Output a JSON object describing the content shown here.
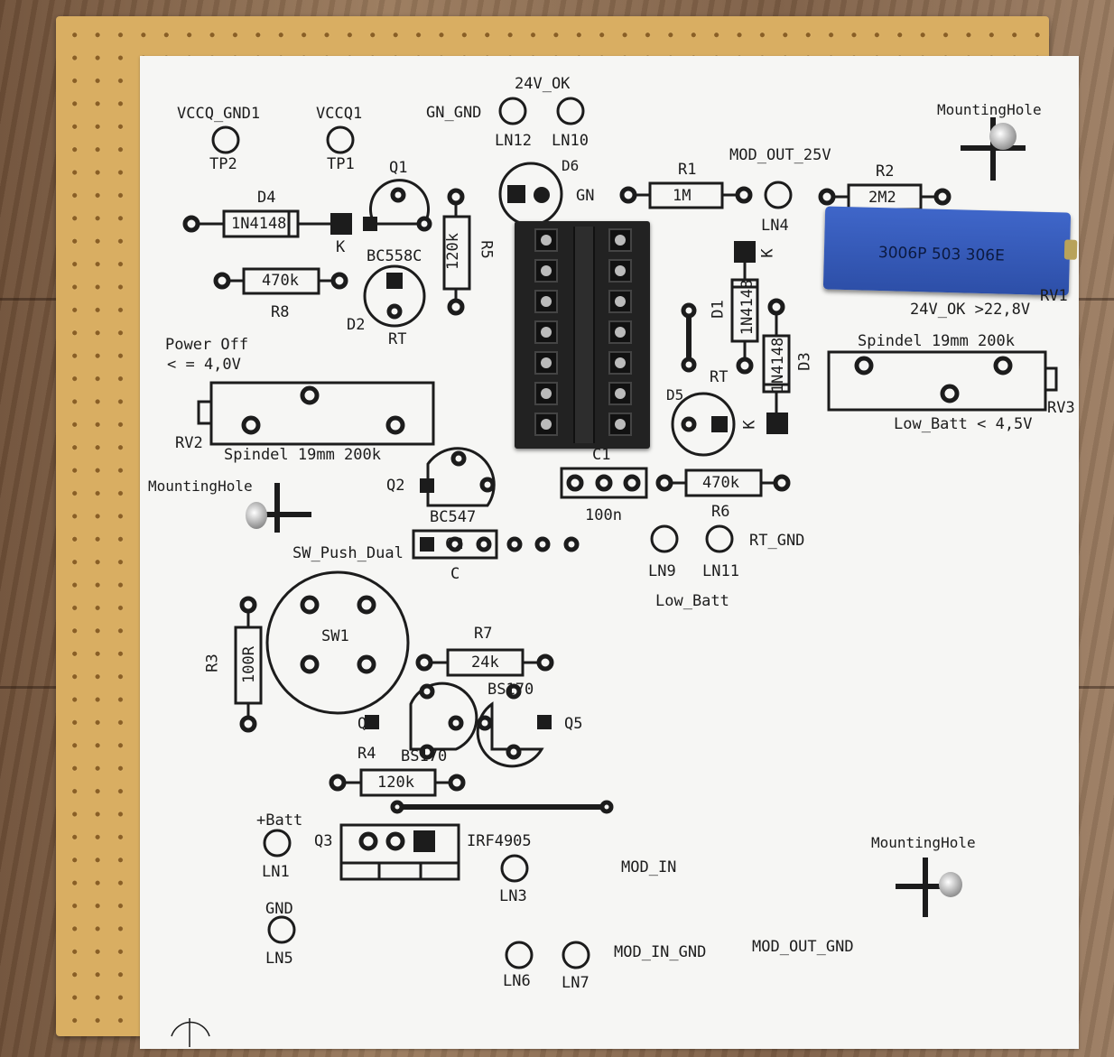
{
  "labels": {
    "vccq_gnd1": "VCCQ_GND1",
    "vccq1": "VCCQ1",
    "tp2": "TP2",
    "tp1": "TP1",
    "gn_gnd": "GN_GND",
    "ok24": "24V_OK",
    "ln12": "LN12",
    "ln10": "LN10",
    "mounting1": "MountingHole",
    "mounting2": "MountingHole",
    "mounting3": "MountingHole",
    "q1": "Q1",
    "d4": "D4",
    "d4_val": "1N4148",
    "k1": "K",
    "bc558c": "BC558C",
    "r5": "R5",
    "r5_val": "120k",
    "d6": "D6",
    "gn": "GN",
    "r1": "R1",
    "r1_val": "1M",
    "mod_out_25v": "MOD_OUT_25V",
    "ln4": "LN4",
    "r2": "R2",
    "r2_val": "2M2",
    "trim_txt": "3006P 503 306E",
    "rv1": "RV1",
    "ok24_th": "24V_OK >22,8V",
    "r8_val": "470k",
    "r8": "R8",
    "d2": "D2",
    "rt1": "RT",
    "k2": "K",
    "d1": "D1",
    "d1_val": "1N4148",
    "d3_val": "1N4148",
    "d3": "D3",
    "spindel_right": "Spindel 19mm 200k",
    "power_off": "Power Off",
    "power_off_v": "< = 4,0V",
    "rt2": "RT",
    "d5": "D5",
    "k3": "K",
    "rv3": "RV3",
    "low_batt_th": "Low_Batt < 4,5V",
    "rv2": "RV2",
    "spindel_left": "Spindel 19mm 200k",
    "c1": "C1",
    "c1_val": "100n",
    "r6_val": "470k",
    "r6": "R6",
    "q2": "Q2",
    "bc547": "BC547",
    "c2": "C2",
    "c": "C",
    "sw_push": "SW_Push_Dual",
    "ln9": "LN9",
    "ln11": "LN11",
    "rt_gnd": "RT_GND",
    "low_batt": "Low_Batt",
    "sw1": "SW1",
    "r3": "R3",
    "r3_val": "100R",
    "r7": "R7",
    "r7_val": "24k",
    "bs170_top": "BS170",
    "q4": "Q4",
    "q5": "Q5",
    "bs170_bot": "BS170",
    "r4": "R4",
    "r4_val": "120k",
    "batt": "+Batt",
    "q3": "Q3",
    "irf": "IRF4905",
    "ln1": "LN1",
    "mod_in": "MOD_IN",
    "ln3": "LN3",
    "gnd": "GND",
    "ln5": "LN5",
    "ln6": "LN6",
    "ln7": "LN7",
    "mod_in_gnd": "MOD_IN_GND",
    "mod_out_gnd": "MOD_OUT_GND"
  },
  "colors": {
    "board": "#d9ae62",
    "paper": "#f6f6f4",
    "silk": "#1c1c1c",
    "trimmer": "#3f66c9",
    "socket": "#222222"
  }
}
